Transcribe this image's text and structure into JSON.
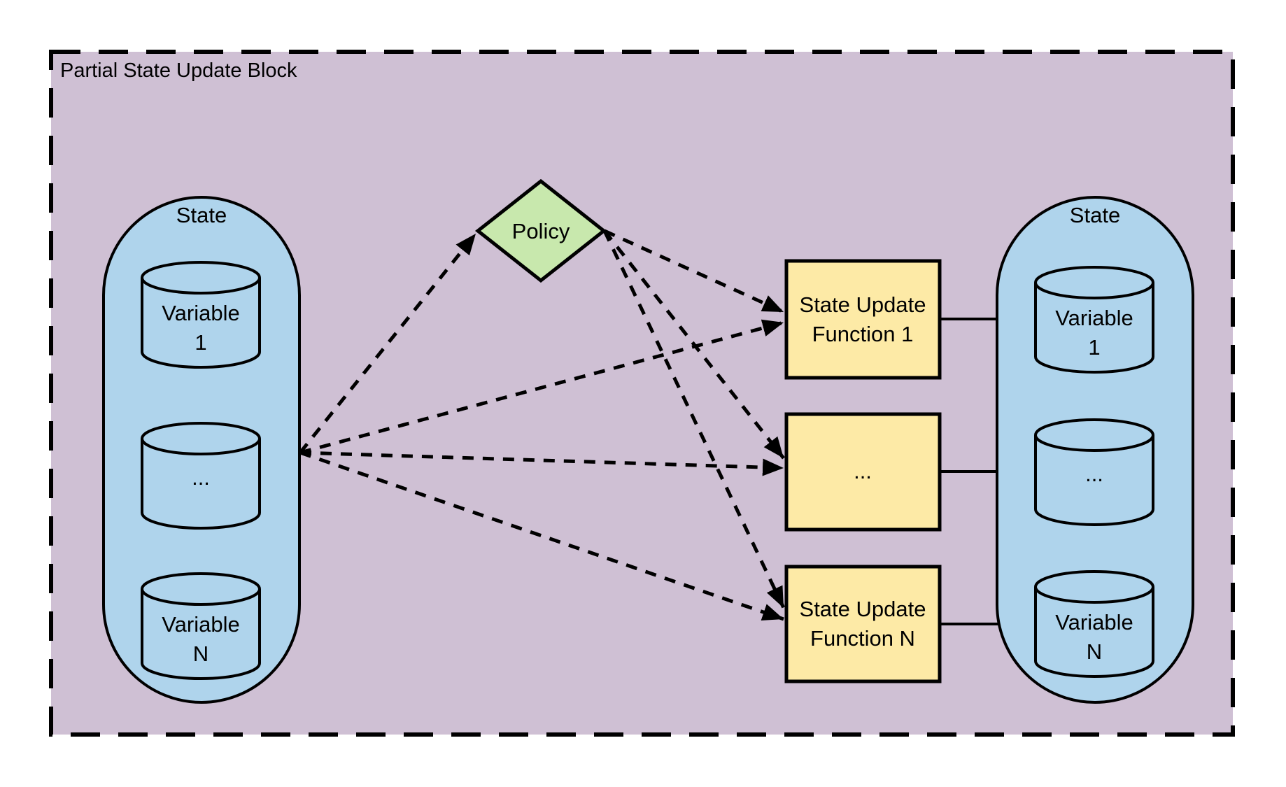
{
  "title": "Partial State Update Block",
  "colors": {
    "page_background": "#ffffff",
    "block_fill": "#cfc0d4",
    "state_fill": "#afd4ec",
    "policy_fill": "#c8e8ad",
    "function_fill": "#fdeaa6",
    "stroke": "#000000"
  },
  "left_state": {
    "label": "State",
    "variables": [
      {
        "line1": "Variable",
        "line2": "1"
      },
      {
        "line1": "...",
        "line2": ""
      },
      {
        "line1": "Variable",
        "line2": "N"
      }
    ]
  },
  "policy": {
    "label": "Policy"
  },
  "functions": [
    {
      "line1": "State Update",
      "line2": "Function 1"
    },
    {
      "line1": "...",
      "line2": ""
    },
    {
      "line1": "State Update",
      "line2": "Function N"
    }
  ],
  "right_state": {
    "label": "State",
    "variables": [
      {
        "line1": "Variable",
        "line2": "1"
      },
      {
        "line1": "...",
        "line2": ""
      },
      {
        "line1": "Variable",
        "line2": "N"
      }
    ]
  },
  "edges": {
    "dashed": [
      {
        "from": "left-state",
        "to": "policy"
      },
      {
        "from": "left-state",
        "to": "state-update-function-1"
      },
      {
        "from": "left-state",
        "to": "state-update-function-ellipsis"
      },
      {
        "from": "left-state",
        "to": "state-update-function-n"
      },
      {
        "from": "policy",
        "to": "state-update-function-1"
      },
      {
        "from": "policy",
        "to": "state-update-function-ellipsis"
      },
      {
        "from": "policy",
        "to": "state-update-function-n"
      }
    ],
    "solid": [
      {
        "from": "state-update-function-1",
        "to": "right-state-variable-1"
      },
      {
        "from": "state-update-function-ellipsis",
        "to": "right-state-variable-ellipsis"
      },
      {
        "from": "state-update-function-n",
        "to": "right-state-variable-n"
      }
    ]
  }
}
